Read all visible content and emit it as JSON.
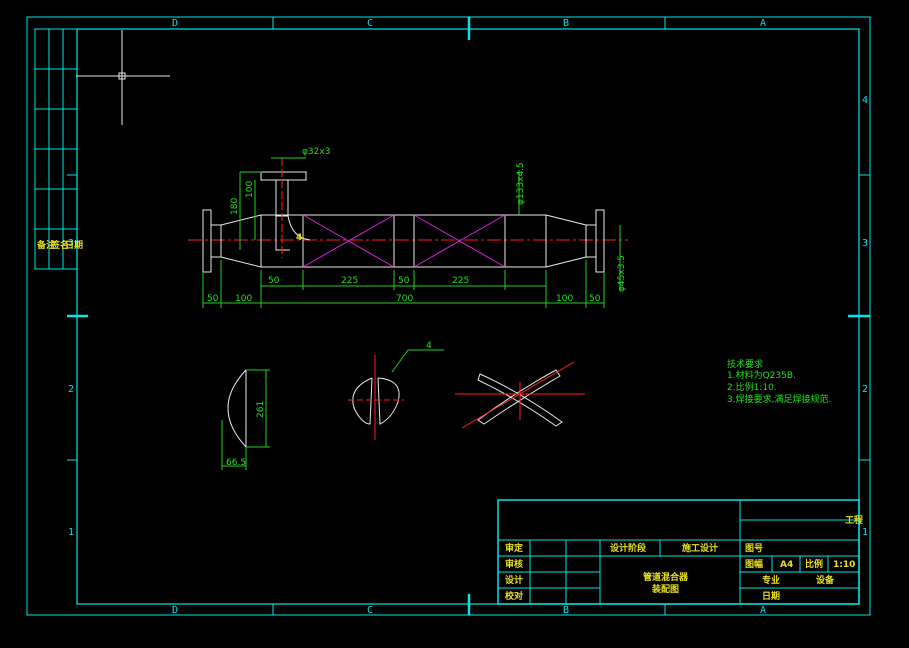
{
  "frame": {
    "col_labels": [
      "D",
      "C",
      "B",
      "A"
    ],
    "row_labels": [
      "4",
      "3",
      "2",
      "1"
    ]
  },
  "dimensions": {
    "pipe_dia": "φ32x3",
    "h100": "100",
    "h180": "180",
    "main_dia": "φ133x4.5",
    "nozzle_dia": "φ45x3.5",
    "d50a": "50",
    "d225a": "225",
    "d50b": "50",
    "d225b": "225",
    "b50a": "50",
    "b100a": "100",
    "overall": "700",
    "b100b": "100",
    "b50b": "50",
    "elem_h": "261",
    "elem_w": "66.5",
    "weld": "4"
  },
  "notes": {
    "title": "技术要求",
    "lines": [
      "1.材料为Q235B.",
      "2.比例1:10.",
      "3.焊接要求,满足焊接规范."
    ]
  },
  "left_strip": [
    "备注",
    "签名",
    "日期"
  ],
  "title_block": {
    "code": "工程",
    "rows": [
      {
        "label": "审定"
      },
      {
        "label": "审核"
      },
      {
        "label": "设计"
      },
      {
        "label": "校对"
      }
    ],
    "stage_label": "设计阶段",
    "stage_value": "施工设计",
    "drawing_name": "管道混合器",
    "drawing_sub": "装配图",
    "fig_no_label": "图号",
    "size_label": "图幅",
    "size_value": "A4",
    "scale_label": "比例",
    "scale_value": "1:10",
    "major_label": "专业",
    "major_value": "设备",
    "date_label": "日期"
  }
}
